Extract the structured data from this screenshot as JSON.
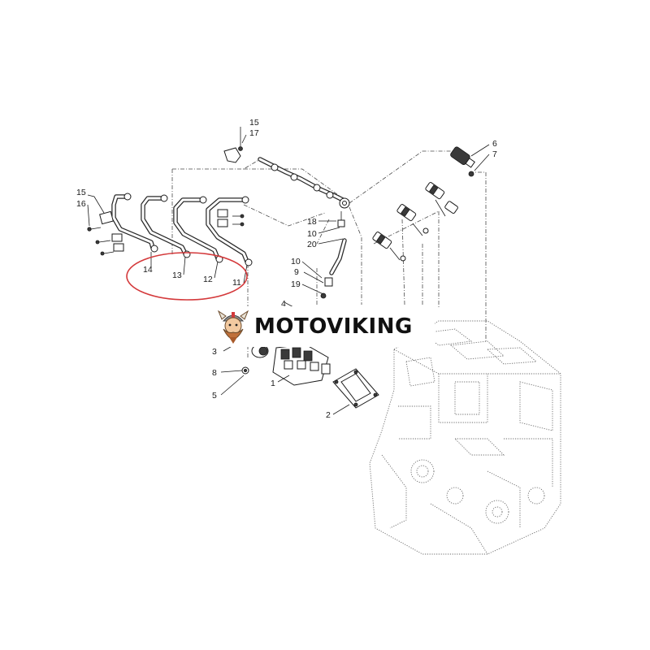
{
  "brand": {
    "name": "MOTOVIKING",
    "accent_color": "#d4393b",
    "mascot_icon": "viking-head-icon"
  },
  "highlight": {
    "color": "#d4393b",
    "encircles_parts": [
      "14",
      "13",
      "12",
      "11"
    ]
  },
  "parts": {
    "p1": "1",
    "p2": "2",
    "p3": "3",
    "p4": "4",
    "p5": "5",
    "p6": "6",
    "p7": "7",
    "p8": "8",
    "p9": "9",
    "p10a": "10",
    "p10b": "10",
    "p11": "11",
    "p12": "12",
    "p13": "13",
    "p14": "14",
    "p15a": "15",
    "p15b": "15",
    "p16": "16",
    "p17": "17",
    "p18": "18",
    "p19": "19",
    "p20": "20"
  }
}
